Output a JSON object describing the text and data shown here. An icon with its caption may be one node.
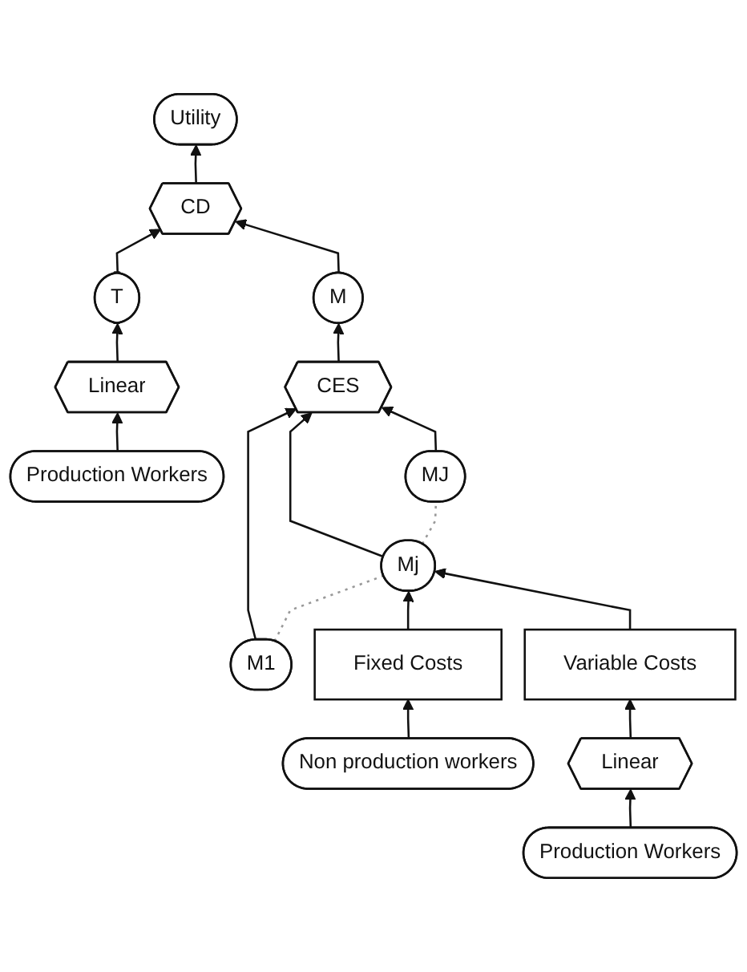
{
  "diagram": {
    "nodes": [
      {
        "text": [
          "Utility"
        ]
      },
      {
        "text": [
          "CD"
        ]
      },
      {
        "text": [
          "T"
        ]
      },
      {
        "text": [
          "M"
        ]
      },
      {
        "text": [
          "CES"
        ]
      },
      {
        "text": [
          "M1"
        ]
      },
      {
        "text": [
          "Mj"
        ]
      },
      {
        "text": [
          "MJ"
        ]
      },
      {
        "text": [
          "Fixed Costs"
        ]
      },
      {
        "text": [
          "Variable Costs"
        ]
      },
      {
        "text": [
          "Linear"
        ]
      },
      {
        "text": [
          "Linear"
        ]
      },
      {
        "text": [
          "Production Workers"
        ]
      },
      {
        "text": [
          "Non production workers"
        ]
      },
      {
        "text": [
          "Production Workers"
        ]
      }
    ],
    "edges": [
      {
        "from": 1,
        "to": 0,
        "arrow": "to"
      },
      {
        "from": 2,
        "to": 1,
        "arrow": "to"
      },
      {
        "from": 3,
        "to": 1,
        "arrow": "to"
      },
      {
        "from": 4,
        "to": 3,
        "arrow": "to"
      },
      {
        "from": 5,
        "to": 4,
        "arrow": "to"
      },
      {
        "from": 6,
        "to": 4,
        "arrow": "to"
      },
      {
        "from": 7,
        "to": 4,
        "arrow": "to"
      },
      {
        "from": 5,
        "to": 6,
        "arrow": "none",
        "style": "dashed",
        "color": "#999999"
      },
      {
        "from": 6,
        "to": 7,
        "arrow": "none",
        "style": "dashed",
        "color": "#999999"
      },
      {
        "from": 8,
        "to": 6,
        "arrow": "to"
      },
      {
        "from": 9,
        "to": 6,
        "arrow": "to"
      },
      {
        "from": 10,
        "to": 2,
        "arrow": "to"
      },
      {
        "from": 12,
        "to": 10,
        "arrow": "to"
      },
      {
        "from": 13,
        "to": 8,
        "arrow": "to"
      },
      {
        "from": 11,
        "to": 9,
        "arrow": "to"
      },
      {
        "from": 14,
        "to": 11,
        "arrow": "to"
      }
    ]
  }
}
